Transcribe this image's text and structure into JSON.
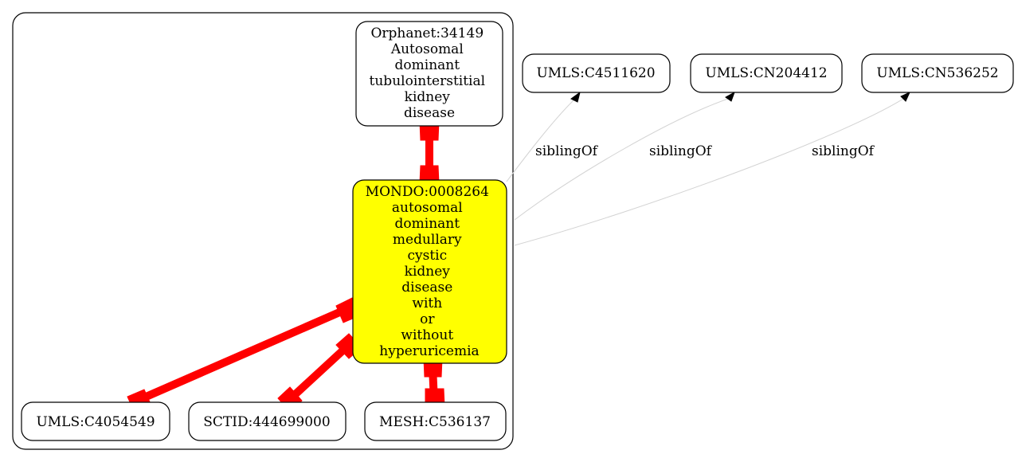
{
  "colors": {
    "highlight_fill": "#ffff00",
    "node_fill": "#ffffff",
    "stroke": "#000000",
    "equivalence_edge": "#ff0000",
    "sibling_edge": "#d3d3d3"
  },
  "nodes": {
    "orphanet": {
      "id": "Orphanet:34149",
      "lines": [
        "Orphanet:34149",
        "Autosomal",
        "dominant",
        "tubulointerstitial",
        "kidney",
        "disease"
      ]
    },
    "mondo": {
      "id": "MONDO:0008264",
      "lines": [
        "MONDO:0008264",
        "autosomal",
        "dominant",
        "medullary",
        "cystic",
        "kidney",
        "disease",
        "with",
        "or",
        "without",
        "hyperuricemia"
      ]
    },
    "umls_c4054549": {
      "id": "UMLS:C4054549",
      "lines": [
        "UMLS:C4054549"
      ]
    },
    "sctid_444699000": {
      "id": "SCTID:444699000",
      "lines": [
        "SCTID:444699000"
      ]
    },
    "mesh_c536137": {
      "id": "MESH:C536137",
      "lines": [
        "MESH:C536137"
      ]
    },
    "umls_c4511620": {
      "id": "UMLS:C4511620",
      "lines": [
        "UMLS:C4511620"
      ]
    },
    "umls_cn204412": {
      "id": "UMLS:CN204412",
      "lines": [
        "UMLS:CN204412"
      ]
    },
    "umls_cn536252": {
      "id": "UMLS:CN536252",
      "lines": [
        "UMLS:CN536252"
      ]
    }
  },
  "edges": {
    "sibling_label": "siblingOf"
  }
}
